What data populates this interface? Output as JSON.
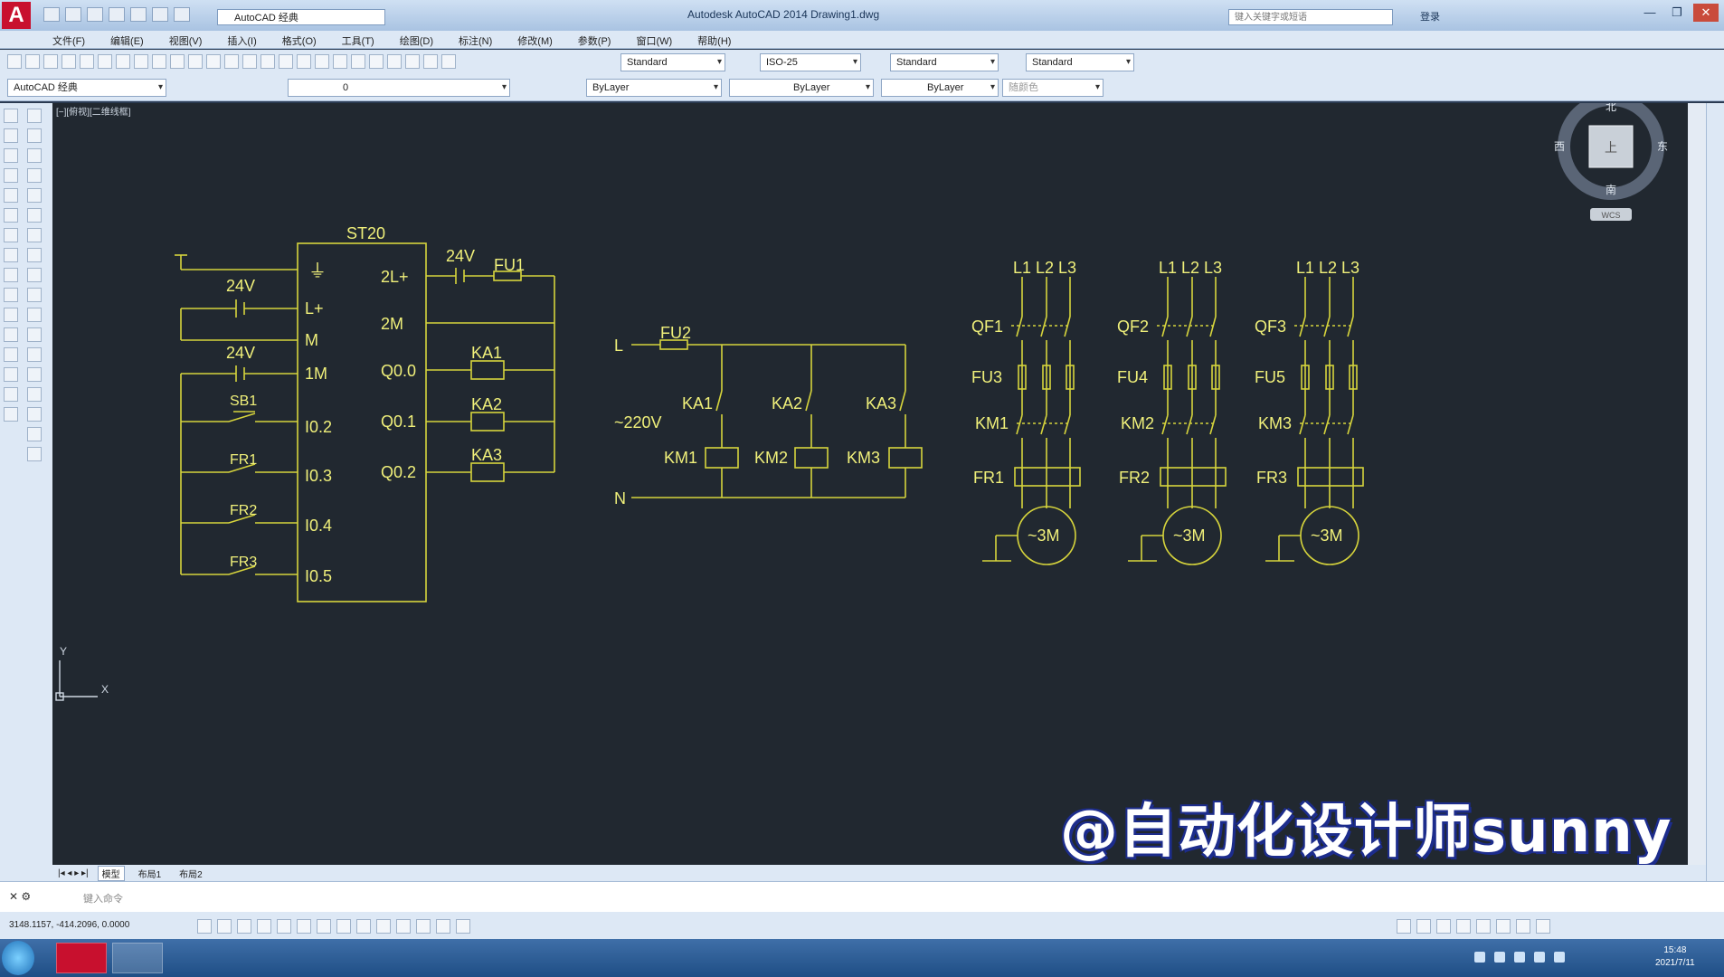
{
  "titlebar": {
    "logo": "A",
    "workspace": "AutoCAD 经典",
    "title": "Autodesk AutoCAD 2014    Drawing1.dwg",
    "help_search_placeholder": "键入关键字或短语",
    "signin": "登录",
    "minimize": "—",
    "restore": "❐",
    "close": "✕"
  },
  "menubar": {
    "items": [
      "文件(F)",
      "编辑(E)",
      "视图(V)",
      "插入(I)",
      "格式(O)",
      "工具(T)",
      "绘图(D)",
      "标注(N)",
      "修改(M)",
      "参数(P)",
      "窗口(W)",
      "帮助(H)"
    ]
  },
  "toolbar1": {
    "text_style": "Standard",
    "dim_style": "ISO-25",
    "table_style": "Standard",
    "mleader_style": "Standard"
  },
  "toolbar2": {
    "workspace": "AutoCAD 经典",
    "layer": "0",
    "color": "ByLayer",
    "linetype": "ByLayer",
    "lineweight": "ByLayer",
    "plotstyle": "随颜色"
  },
  "canvas": {
    "viewport_label": "[−][俯视][二维线框]",
    "viewcube": {
      "north": "北",
      "south": "南",
      "east": "东",
      "west": "西",
      "face": "上",
      "wcs": "WCS"
    },
    "ucs": {
      "x": "X",
      "y": "Y"
    },
    "plc": {
      "title": "ST20",
      "left_pins": [
        "L+",
        "M",
        "1M",
        "I0.2",
        "I0.3",
        "I0.4",
        "I0.5"
      ],
      "right_pins": [
        "2L+",
        "2M",
        "Q0.0",
        "Q0.1",
        "Q0.2"
      ],
      "ground_symbol": "⏚",
      "supply_left_1": "24V",
      "supply_left_2": "24V",
      "supply_right": "24V",
      "fuse": "FU1",
      "inputs": [
        "SB1",
        "FR1",
        "FR2",
        "FR3"
      ],
      "relays": [
        "KA1",
        "KA2",
        "KA3"
      ]
    },
    "control": {
      "line_l": "L",
      "line_n": "N",
      "voltage": "~220V",
      "fuse": "FU2",
      "contacts": [
        "KA1",
        "KA2",
        "KA3"
      ],
      "coils": [
        "KM1",
        "KM2",
        "KM3"
      ]
    },
    "motors": [
      {
        "phases": "L1 L2 L3",
        "breaker": "QF1",
        "fuse": "FU3",
        "contactor": "KM1",
        "overload": "FR1",
        "motor": "~3M"
      },
      {
        "phases": "L1 L2 L3",
        "breaker": "QF2",
        "fuse": "FU4",
        "contactor": "KM2",
        "overload": "FR2",
        "motor": "~3M"
      },
      {
        "phases": "L1 L2 L3",
        "breaker": "QF3",
        "fuse": "FU5",
        "contactor": "KM3",
        "overload": "FR3",
        "motor": "~3M"
      }
    ]
  },
  "layout_tabs": [
    "模型",
    "布局1",
    "布局2"
  ],
  "command": {
    "prompt": "键入命令"
  },
  "status": {
    "coords": "3148.1157, -414.2096, 0.0000"
  },
  "watermark": "@自动化设计师sunny",
  "taskbar": {
    "time": "15:48",
    "date": "2021/7/11"
  },
  "colors": {
    "wire": "#d6d43c",
    "text": "#f0f07a",
    "canvas": "#212830"
  }
}
